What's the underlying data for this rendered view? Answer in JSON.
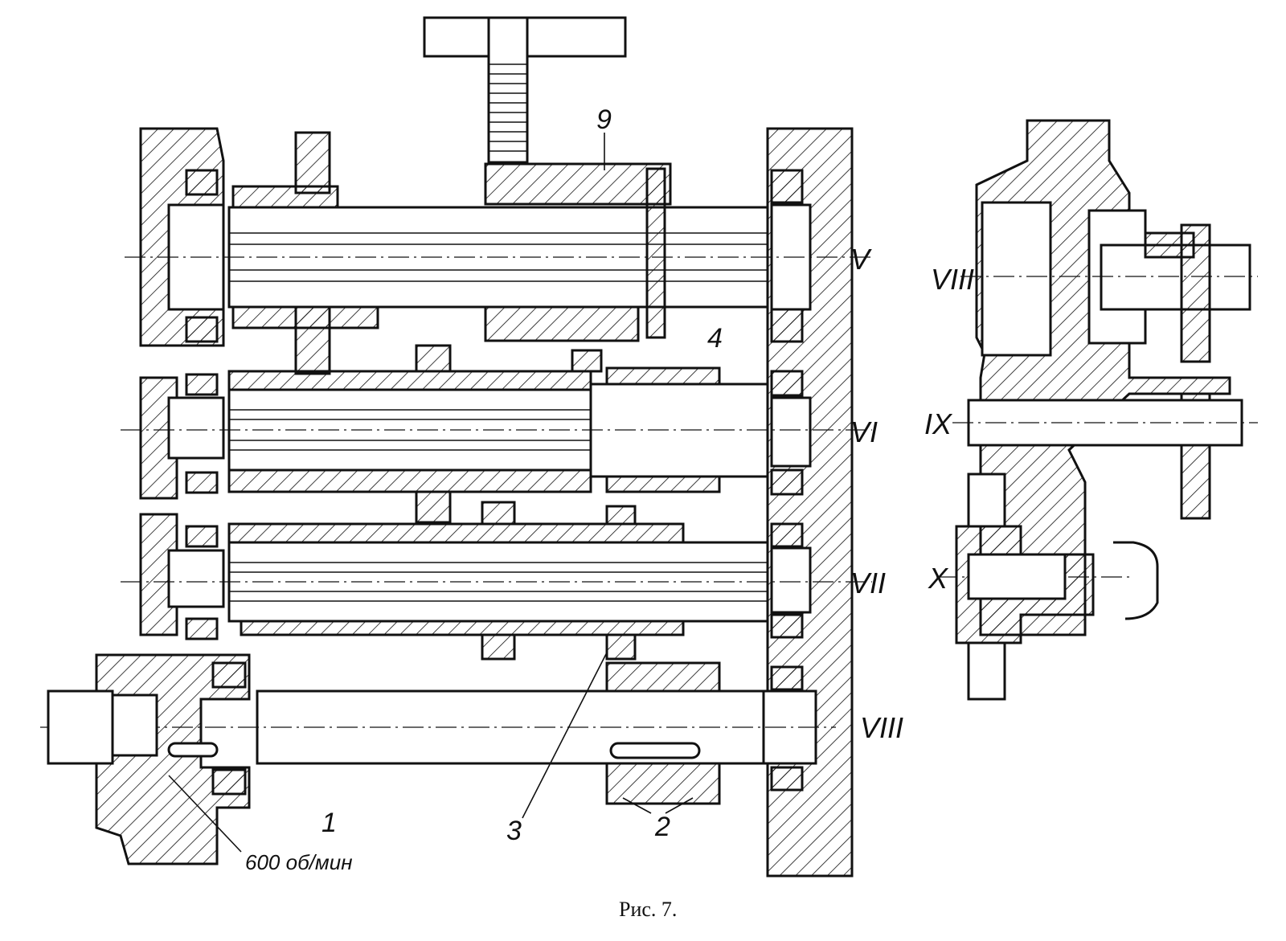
{
  "figure": {
    "caption": "Рис. 7.",
    "labels": {
      "part_9": "9",
      "part_4": "4",
      "part_1": "1",
      "part_2": "2",
      "part_3": "3",
      "speed": "600 об/мин",
      "shaft_V": "V",
      "shaft_VI": "VI",
      "shaft_VII": "VII",
      "shaft_VIII": "VIII",
      "side_VIII": "VIII",
      "side_IX": "IX",
      "side_X": "X"
    }
  }
}
